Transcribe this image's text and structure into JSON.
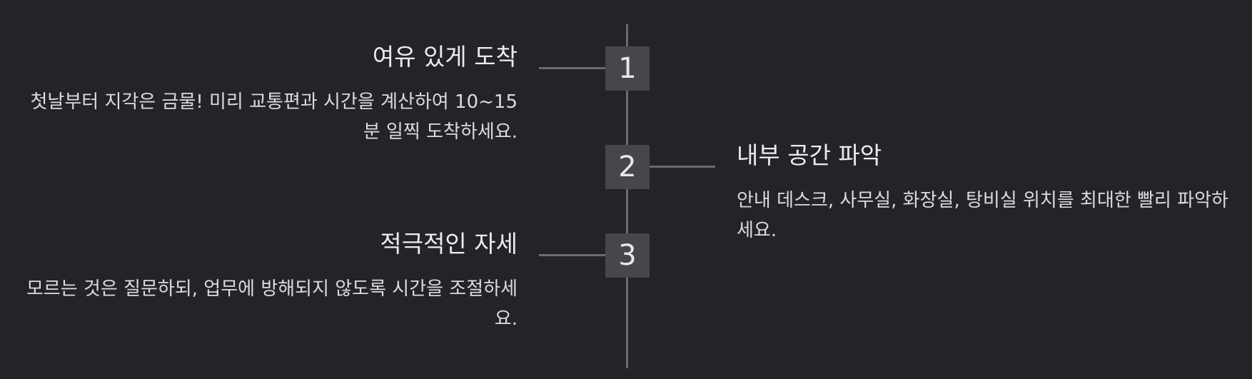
{
  "steps": [
    {
      "number": "1",
      "title": "여유 있게 도착",
      "description": "첫날부터 지각은 금물! 미리 교통편과 시간을 계산하여 10~15분 일찍 도착하세요."
    },
    {
      "number": "2",
      "title": "내부 공간 파악",
      "description": "안내 데스크, 사무실, 화장실, 탕비실 위치를 최대한 빨리 파악하세요."
    },
    {
      "number": "3",
      "title": "적극적인 자세",
      "description": "모르는 것은 질문하되, 업무에 방해되지 않도록 시간을 조절하세요."
    }
  ]
}
